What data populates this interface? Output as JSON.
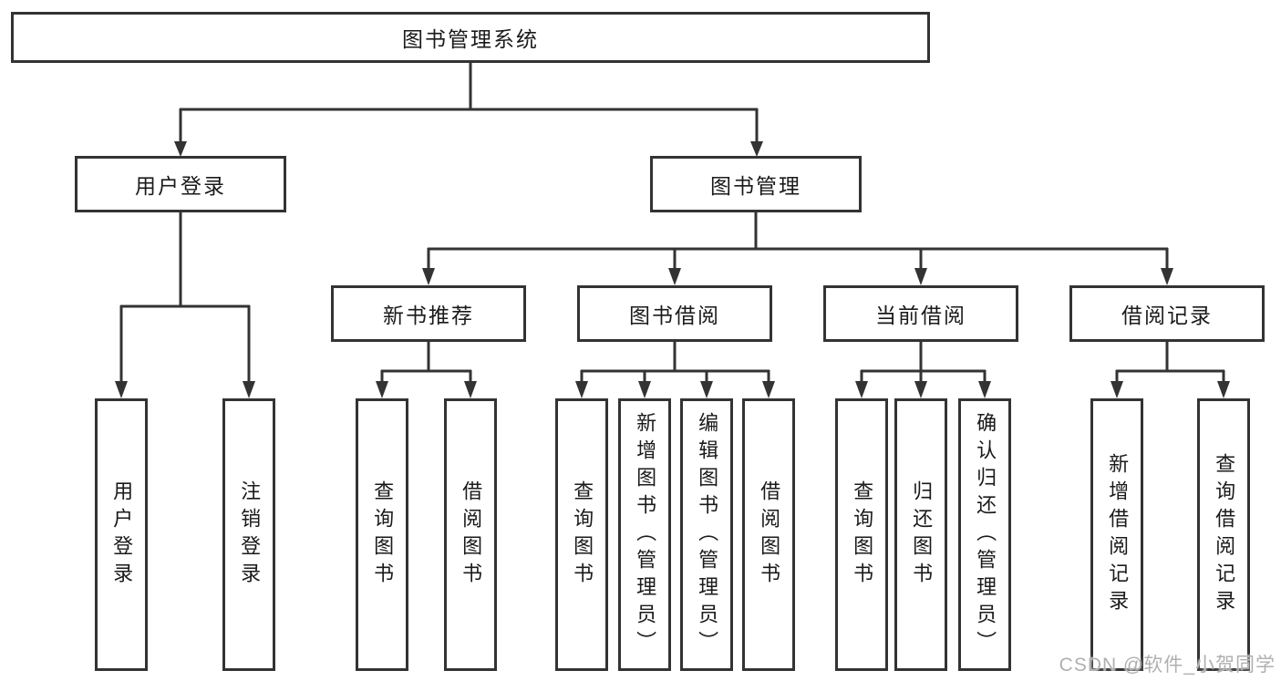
{
  "page": {
    "background": "#ffffff"
  },
  "colors": {
    "line": "#333333",
    "box_border": "#333333",
    "text": "#1a1a1a",
    "watermark": "#b0b0b0"
  },
  "watermark": {
    "text": "CSDN @软件_小贺同学"
  },
  "diagram": {
    "type": "hierarchy-tree",
    "root": {
      "label": "图书管理系统"
    },
    "level2": [
      {
        "label": "用户登录"
      },
      {
        "label": "图书管理"
      }
    ],
    "level3": [
      {
        "parent": "图书管理",
        "label": "新书推荐"
      },
      {
        "parent": "图书管理",
        "label": "图书借阅"
      },
      {
        "parent": "图书管理",
        "label": "当前借阅"
      },
      {
        "parent": "图书管理",
        "label": "借阅记录"
      }
    ],
    "leaves": [
      {
        "parent": "用户登录",
        "label": "用户登录"
      },
      {
        "parent": "用户登录",
        "label": "注销登录"
      },
      {
        "parent": "新书推荐",
        "label": "查询图书"
      },
      {
        "parent": "新书推荐",
        "label": "借阅图书"
      },
      {
        "parent": "图书借阅",
        "label": "查询图书"
      },
      {
        "parent": "图书借阅",
        "label": "新增图书（管理员）"
      },
      {
        "parent": "图书借阅",
        "label": "编辑图书（管理员）"
      },
      {
        "parent": "图书借阅",
        "label": "借阅图书"
      },
      {
        "parent": "当前借阅",
        "label": "查询图书"
      },
      {
        "parent": "当前借阅",
        "label": "归还图书"
      },
      {
        "parent": "当前借阅",
        "label": "确认归还（管理员）"
      },
      {
        "parent": "借阅记录",
        "label": "新增借阅记录"
      },
      {
        "parent": "借阅记录",
        "label": "查询借阅记录"
      }
    ]
  }
}
